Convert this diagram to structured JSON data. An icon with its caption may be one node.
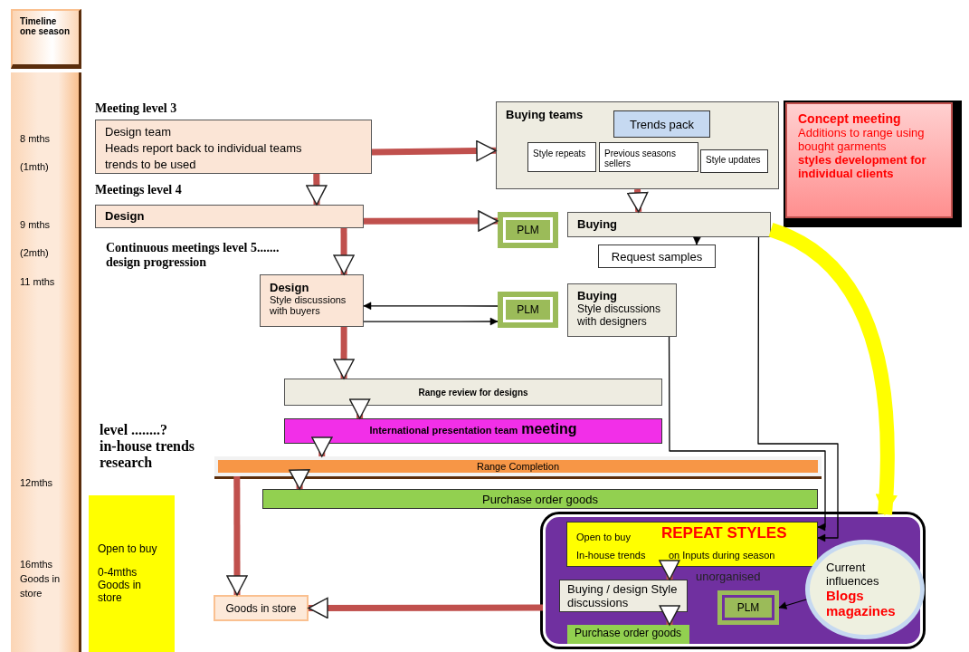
{
  "diagram": {
    "nodes": [
      {
        "text": [
          "Timeline one season"
        ]
      },
      {
        "text": [
          "8 mths",
          "(1mth)",
          "9 mths",
          "(2mth)",
          "11 mths",
          "12mths",
          "16mths Goods in store"
        ]
      },
      {
        "text": [
          "Meeting level 3",
          "Design team",
          "Heads report back to individual teams",
          "trends to be used"
        ]
      },
      {
        "text": [
          "Meetings level 4",
          "Design"
        ]
      },
      {
        "text": [
          "Design",
          "Style discussions with buyers"
        ]
      },
      {
        "text": [
          "Buying teams"
        ]
      },
      {
        "text": [
          "Trends pack"
        ],
        "in": 5
      },
      {
        "text": [
          "Style repeats"
        ],
        "in": 5
      },
      {
        "text": [
          "Previous seasons sellers"
        ],
        "in": 5
      },
      {
        "text": [
          "Style updates"
        ],
        "in": 5
      },
      {
        "text": [
          "Concept meeting",
          "Additions to range using bought garments",
          "styles development for individual clients"
        ]
      },
      {
        "text": [
          "PLM"
        ]
      },
      {
        "text": [
          "Buying"
        ]
      },
      {
        "text": [
          "Request samples"
        ]
      },
      {
        "text": [
          "PLM"
        ]
      },
      {
        "text": [
          "Buying",
          "Style discussions with designers"
        ]
      },
      {
        "text": [
          "Range review for designs"
        ]
      },
      {
        "text": [
          "International presentation team",
          "meeting"
        ]
      },
      {
        "text": [
          "Range Completion"
        ]
      },
      {
        "text": [
          "Purchase order goods"
        ]
      },
      {
        "text": [
          "Goods in store"
        ]
      },
      {
        "text": [
          "Open to buy",
          "0-4mths Goods in store"
        ]
      },
      {
        "text": [
          "unorganised"
        ]
      },
      {
        "text": [
          "Open to buy",
          "REPEAT STYLES",
          "In-house trends",
          "on Inputs during season"
        ],
        "in": 22
      },
      {
        "text": [
          "Buying / design Style discussions"
        ],
        "in": 22
      },
      {
        "text": [
          "Purchase order goods"
        ],
        "in": 22
      },
      {
        "text": [
          "PLM"
        ],
        "in": 22
      },
      {
        "text": [
          "Current influences",
          "Blogs magazines"
        ],
        "in": 22
      }
    ],
    "edges": [
      {
        "from": 2,
        "to": 3,
        "arrow": "to"
      },
      {
        "from": 2,
        "to": 5,
        "arrow": "to"
      },
      {
        "from": 3,
        "to": 11,
        "arrow": "to"
      },
      {
        "from": 5,
        "to": 12,
        "arrow": "to"
      },
      {
        "from": 12,
        "to": 13,
        "arrow": "to",
        "color": "#000000"
      },
      {
        "from": 12,
        "to": 23,
        "arrow": "to",
        "color": "#000000"
      },
      {
        "from": 15,
        "to": 23,
        "arrow": "to",
        "color": "#000000"
      },
      {
        "from": 14,
        "to": 4,
        "arrow": "to",
        "color": "#000000"
      },
      {
        "from": 4,
        "to": 14,
        "arrow": "to",
        "color": "#000000"
      },
      {
        "from": 3,
        "to": 4,
        "arrow": "to"
      },
      {
        "from": 4,
        "to": 16,
        "arrow": "to"
      },
      {
        "from": 16,
        "to": 17,
        "arrow": "to"
      },
      {
        "from": 17,
        "to": 18,
        "arrow": "to"
      },
      {
        "from": 18,
        "to": 19,
        "arrow": "to"
      },
      {
        "from": 18,
        "to": 20,
        "arrow": "to"
      },
      {
        "from": 23,
        "to": 24,
        "arrow": "to"
      },
      {
        "from": 24,
        "to": 25,
        "arrow": "to"
      },
      {
        "from": 27,
        "to": 26,
        "arrow": "to",
        "color": "#000000"
      },
      {
        "from": 22,
        "to": 20,
        "arrow": "to"
      },
      {
        "from": 12,
        "to": 22,
        "arrow": "to",
        "style": "thick",
        "color": "#ffff00"
      }
    ],
    "labels": [
      "Continuous meetings level 5....... design progression",
      "level ........? in-house trends research"
    ]
  }
}
